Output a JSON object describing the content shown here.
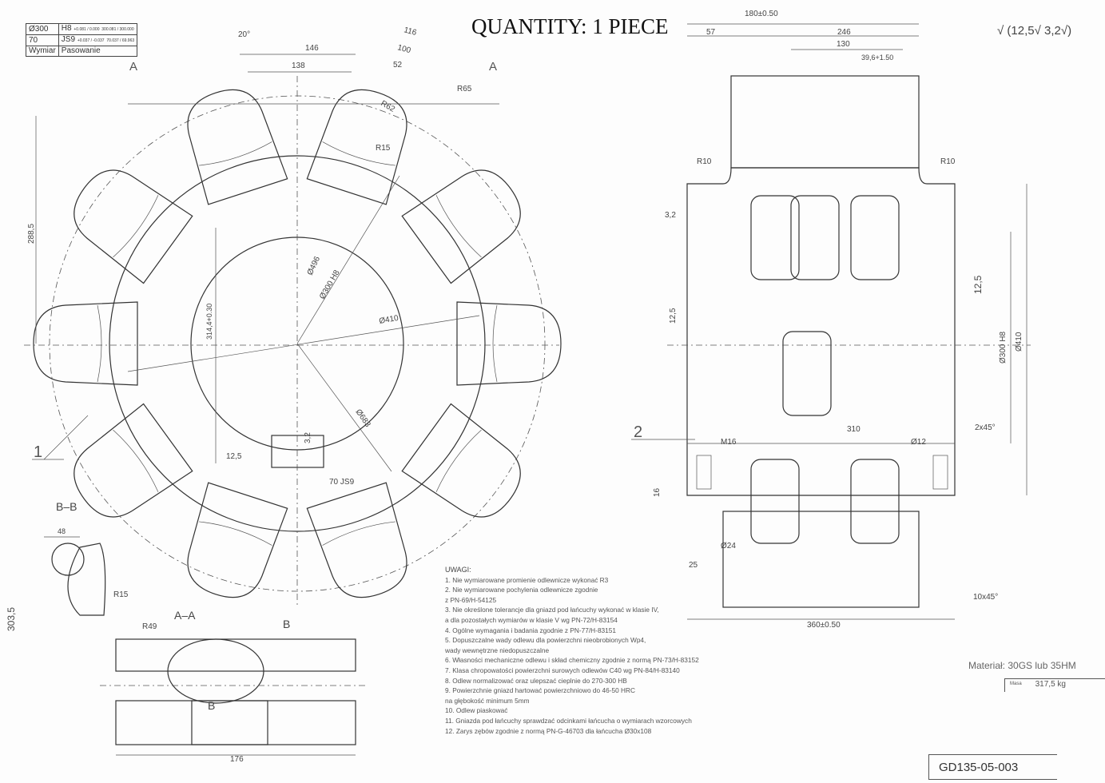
{
  "title": "QUANTITY: 1 PIECE",
  "fit_table": {
    "rows": [
      {
        "dimension": "Ø300",
        "fit": "H8",
        "tol": "+0.081 / 0.000",
        "limits": "300.081 / 300.000"
      },
      {
        "dimension": "70",
        "fit": "JS9",
        "tol": "+0.037 / -0.037",
        "limits": "70.037 / 69.963"
      }
    ],
    "header_dimension": "Wymiar",
    "header_fit": "Pasowanie"
  },
  "front_view": {
    "dims": {
      "angle": "20°",
      "d146": "146",
      "d138": "138",
      "d116": "116",
      "d100": "100",
      "d52": "52",
      "r65": "R65",
      "r62": "R62",
      "r15": "R15",
      "section_a_left": "A",
      "section_a_right": "A",
      "d288": "288,5",
      "d496": "Ø496",
      "d300": "Ø300 H8",
      "d410": "Ø410",
      "d314": "314,4+0.30",
      "d683": "Ø683",
      "rough125": "12,5",
      "rough32": "3,2",
      "key": "70 JS9",
      "item1": "1"
    }
  },
  "section_bb": {
    "label": "B–B",
    "d48": "48",
    "r15": "R15",
    "d303": "303,5"
  },
  "section_aa": {
    "label": "A–A",
    "r49": "R49",
    "b_top": "B",
    "b_bottom": "B",
    "d176": "176"
  },
  "side_view": {
    "dims": {
      "d180": "180±0.50",
      "d57": "57",
      "d246": "246",
      "d130": "130",
      "d39": "39,6+1.50",
      "r10_left": "R10",
      "r10_right": "R10",
      "rough32": "3,2",
      "rough125_right": "12,5",
      "rough125_left": "12,5",
      "d300": "Ø300 H8",
      "d410": "Ø410",
      "d310": "310",
      "chamfer2": "2x45°",
      "item2": "2",
      "m16": "M16",
      "d12": "Ø12",
      "d16": "16",
      "d24": "Ø24",
      "d25": "25",
      "chamfer10": "10x45°",
      "d360": "360±0.50"
    }
  },
  "surface_finish": "√ (12,5√ 3,2√)",
  "notes": {
    "heading": "UWAGI:",
    "items": [
      "1. Nie wymiarowane promienie odlewnicze wykonać R3",
      "2. Nie wymiarowane pochylenia odlewnicze zgodnie",
      "   z PN-69/H-54125",
      "3. Nie określone tolerancje dla gniazd pod łańcuchy wykonać w klasie IV,",
      "   a dla pozostałych wymiarów w klasie V wg PN-72/H-83154",
      "4. Ogólne wymagania i badania zgodnie z PN-77/H-83151",
      "5. Dopuszczalne wady odlewu dla powierzchni nieobrobionych Wp4,",
      "   wady wewnętrzne niedopuszczalne",
      "6. Własności mechaniczne odlewu i skład chemiczny zgodnie z normą PN-73/H-83152",
      "7. Klasa chropowatości powierzchni surowych odlewów C40 wg PN-84/H-83140",
      "8. Odlew normalizować oraz ulepszać cieplnie do 270-300 HB",
      "9. Powierzchnie gniazd hartować powierzchniowo do 46-50 HRC",
      "   na głębokość minimum 5mm",
      "10. Odlew piaskować",
      "11. Gniazda pod łańcuchy sprawdzać odcinkami łańcucha o wymiarach wzorcowych",
      "12. Zarys zębów zgodnie z normą PN-G-46703 dla łańcucha Ø30x108"
    ]
  },
  "material": "Materiał: 30GS lub 35HM",
  "mass": {
    "label": "Masa",
    "value": "317,5 kg"
  },
  "drawing_number": "GD135-05-003",
  "colors": {
    "ink": "#333333",
    "paper": "#fdfdfd"
  }
}
